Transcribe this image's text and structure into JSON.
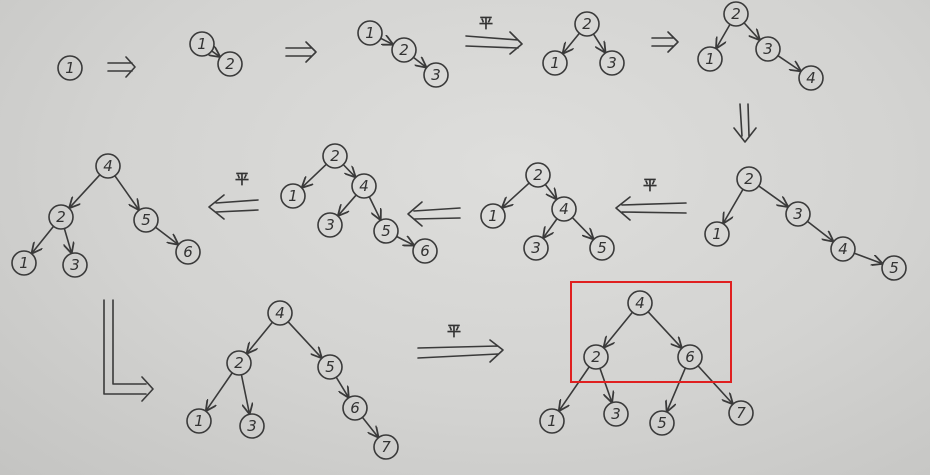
{
  "diagram": {
    "balance_mark": "平",
    "highlight_color": "#e02020",
    "ink_color": "#3a3a3a",
    "nodes": [
      {
        "id": "s1-n1",
        "label": "1"
      },
      {
        "id": "s2-n1",
        "label": "1"
      },
      {
        "id": "s2-n2",
        "label": "2"
      },
      {
        "id": "s3-n1",
        "label": "1"
      },
      {
        "id": "s3-n2",
        "label": "2"
      },
      {
        "id": "s3-n3",
        "label": "3"
      },
      {
        "id": "s4-n2",
        "label": "2"
      },
      {
        "id": "s4-n1",
        "label": "1"
      },
      {
        "id": "s4-n3",
        "label": "3"
      },
      {
        "id": "s5-n2",
        "label": "2"
      },
      {
        "id": "s5-n1",
        "label": "1"
      },
      {
        "id": "s5-n3",
        "label": "3"
      },
      {
        "id": "s5-n4",
        "label": "4"
      },
      {
        "id": "s6-n2",
        "label": "2"
      },
      {
        "id": "s6-n1",
        "label": "1"
      },
      {
        "id": "s6-n3",
        "label": "3"
      },
      {
        "id": "s6-n4",
        "label": "4"
      },
      {
        "id": "s6-n5",
        "label": "5"
      },
      {
        "id": "s7-n2",
        "label": "2"
      },
      {
        "id": "s7-n1",
        "label": "1"
      },
      {
        "id": "s7-n4",
        "label": "4"
      },
      {
        "id": "s7-n3",
        "label": "3"
      },
      {
        "id": "s7-n5",
        "label": "5"
      },
      {
        "id": "s8-n2",
        "label": "2"
      },
      {
        "id": "s8-n1",
        "label": "1"
      },
      {
        "id": "s8-n4",
        "label": "4"
      },
      {
        "id": "s8-n3",
        "label": "3"
      },
      {
        "id": "s8-n5",
        "label": "5"
      },
      {
        "id": "s8-n6",
        "label": "6"
      },
      {
        "id": "s9-n4",
        "label": "4"
      },
      {
        "id": "s9-n2",
        "label": "2"
      },
      {
        "id": "s9-n5",
        "label": "5"
      },
      {
        "id": "s9-n1",
        "label": "1"
      },
      {
        "id": "s9-n3",
        "label": "3"
      },
      {
        "id": "s9-n6",
        "label": "6"
      },
      {
        "id": "s10-n4",
        "label": "4"
      },
      {
        "id": "s10-n2",
        "label": "2"
      },
      {
        "id": "s10-n5",
        "label": "5"
      },
      {
        "id": "s10-n1",
        "label": "1"
      },
      {
        "id": "s10-n3",
        "label": "3"
      },
      {
        "id": "s10-n6",
        "label": "6"
      },
      {
        "id": "s10-n7",
        "label": "7"
      },
      {
        "id": "s11-n4",
        "label": "4"
      },
      {
        "id": "s11-n2",
        "label": "2"
      },
      {
        "id": "s11-n6",
        "label": "6"
      },
      {
        "id": "s11-n1",
        "label": "1"
      },
      {
        "id": "s11-n3",
        "label": "3"
      },
      {
        "id": "s11-n5",
        "label": "5"
      },
      {
        "id": "s11-n7",
        "label": "7"
      }
    ],
    "edges": [
      [
        "s2-n1",
        "s2-n2"
      ],
      [
        "s3-n1",
        "s3-n2"
      ],
      [
        "s3-n2",
        "s3-n3"
      ],
      [
        "s4-n2",
        "s4-n1"
      ],
      [
        "s4-n2",
        "s4-n3"
      ],
      [
        "s5-n2",
        "s5-n1"
      ],
      [
        "s5-n2",
        "s5-n3"
      ],
      [
        "s5-n3",
        "s5-n4"
      ],
      [
        "s6-n2",
        "s6-n1"
      ],
      [
        "s6-n2",
        "s6-n3"
      ],
      [
        "s6-n3",
        "s6-n4"
      ],
      [
        "s6-n4",
        "s6-n5"
      ],
      [
        "s7-n2",
        "s7-n1"
      ],
      [
        "s7-n2",
        "s7-n4"
      ],
      [
        "s7-n4",
        "s7-n3"
      ],
      [
        "s7-n4",
        "s7-n5"
      ],
      [
        "s8-n2",
        "s8-n1"
      ],
      [
        "s8-n2",
        "s8-n4"
      ],
      [
        "s8-n4",
        "s8-n3"
      ],
      [
        "s8-n4",
        "s8-n5"
      ],
      [
        "s8-n5",
        "s8-n6"
      ],
      [
        "s9-n4",
        "s9-n2"
      ],
      [
        "s9-n4",
        "s9-n5"
      ],
      [
        "s9-n2",
        "s9-n1"
      ],
      [
        "s9-n2",
        "s9-n3"
      ],
      [
        "s9-n5",
        "s9-n6"
      ],
      [
        "s10-n4",
        "s10-n2"
      ],
      [
        "s10-n4",
        "s10-n5"
      ],
      [
        "s10-n2",
        "s10-n1"
      ],
      [
        "s10-n2",
        "s10-n3"
      ],
      [
        "s10-n5",
        "s10-n6"
      ],
      [
        "s10-n6",
        "s10-n7"
      ],
      [
        "s11-n4",
        "s11-n2"
      ],
      [
        "s11-n4",
        "s11-n6"
      ],
      [
        "s11-n2",
        "s11-n1"
      ],
      [
        "s11-n2",
        "s11-n3"
      ],
      [
        "s11-n6",
        "s11-n5"
      ],
      [
        "s11-n6",
        "s11-n7"
      ]
    ]
  }
}
